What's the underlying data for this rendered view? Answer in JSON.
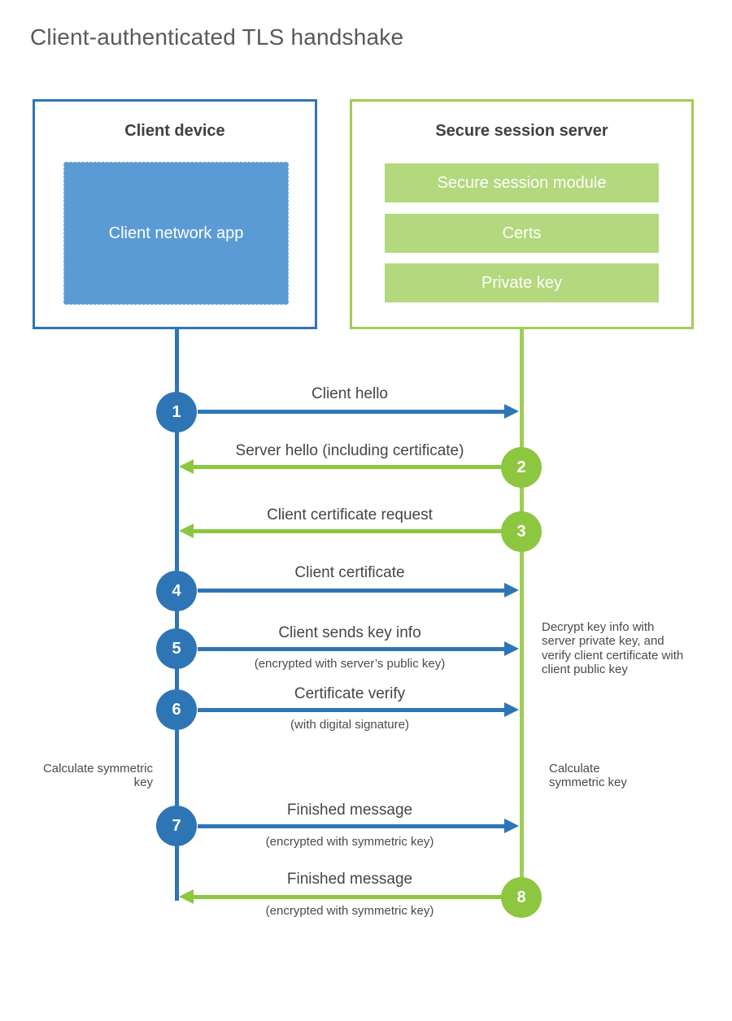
{
  "title": "Client-authenticated TLS handshake",
  "client": {
    "title": "Client device",
    "app_label": "Client network app"
  },
  "server": {
    "title": "Secure session server",
    "modules": [
      "Secure session module",
      "Certs",
      "Private key"
    ]
  },
  "messages": [
    {
      "number": "1",
      "label": "Client hello",
      "sub": "",
      "from": "client",
      "direction": "right"
    },
    {
      "number": "2",
      "label": "Server hello (including certificate)",
      "sub": "",
      "from": "server",
      "direction": "left"
    },
    {
      "number": "3",
      "label": "Client certificate request",
      "sub": "",
      "from": "server",
      "direction": "left"
    },
    {
      "number": "4",
      "label": "Client certificate",
      "sub": "",
      "from": "client",
      "direction": "right"
    },
    {
      "number": "5",
      "label": "Client sends key info",
      "sub": "(encrypted with server’s public key)",
      "from": "client",
      "direction": "right"
    },
    {
      "number": "6",
      "label": "Certificate verify",
      "sub": "(with digital signature)",
      "from": "client",
      "direction": "right"
    },
    {
      "number": "7",
      "label": "Finished message",
      "sub": "(encrypted with symmetric key)",
      "from": "client",
      "direction": "right"
    },
    {
      "number": "8",
      "label": "Finished message",
      "sub": "(encrypted with symmetric key)",
      "from": "server",
      "direction": "left"
    }
  ],
  "notes": {
    "decrypt": "Decrypt key info with server private key, and verify client certificate with client public key",
    "calc_left": "Calculate symmetric key",
    "calc_right": "Calculate symmetric key"
  },
  "colors": {
    "blue_accent": "#2e75b6",
    "blue_fill": "#5b9bd5",
    "green_accent": "#8dc63f",
    "green_border": "#a0cd55",
    "green_bar": "#b3d87d",
    "title_gray": "#58595b",
    "text_dark": "#404040",
    "label_gray": "#454545"
  }
}
